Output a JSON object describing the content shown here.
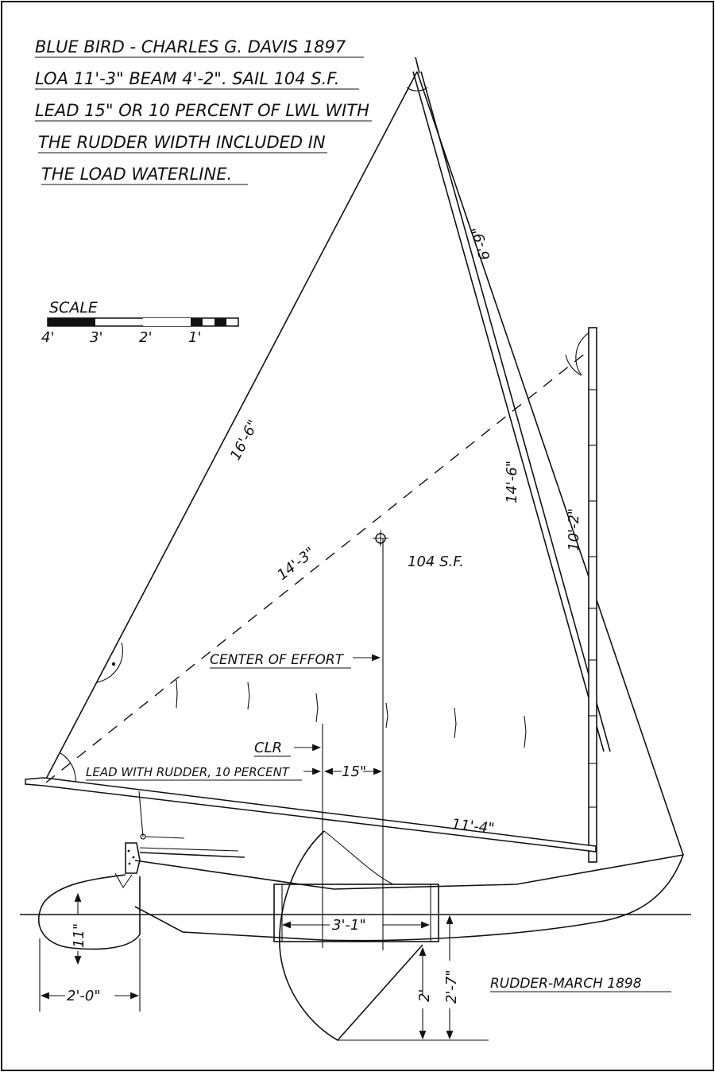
{
  "notes": {
    "line1": "BLUE BIRD - CHARLES G. DAVIS 1897",
    "line2": "LOA 11'-3\" BEAM 4'-2\". SAIL 104 S.F.",
    "line3": "LEAD 15\" OR 10 PERCENT OF LWL WITH",
    "line4": "THE RUDDER WIDTH INCLUDED IN",
    "line5": "THE LOAD WATERLINE."
  },
  "scale": {
    "title": "SCALE",
    "ticks": [
      "4'",
      "3'",
      "2'",
      "1'"
    ]
  },
  "dimensions": {
    "luff": "16'-6\"",
    "yard_top": "6'-9\"",
    "yard": "14'-6\"",
    "mast": "10'-2\"",
    "diagonal": "14'-3\"",
    "boom": "11'-4\"",
    "lead": "15\"",
    "board_width": "3'-1\"",
    "board_depth_1": "2'",
    "board_depth_2": "2'-7\"",
    "rudder_height": "11\"",
    "rudder_width": "2'-0\""
  },
  "labels": {
    "sail_area": "104 S.F.",
    "center_of_effort": "CENTER OF EFFORT",
    "clr": "CLR",
    "lead_with_rudder": "LEAD WITH RUDDER, 10 PERCENT",
    "credit": "RUDDER-MARCH 1898"
  },
  "colors": {
    "ink": "#111111",
    "paper": "#ffffff"
  }
}
